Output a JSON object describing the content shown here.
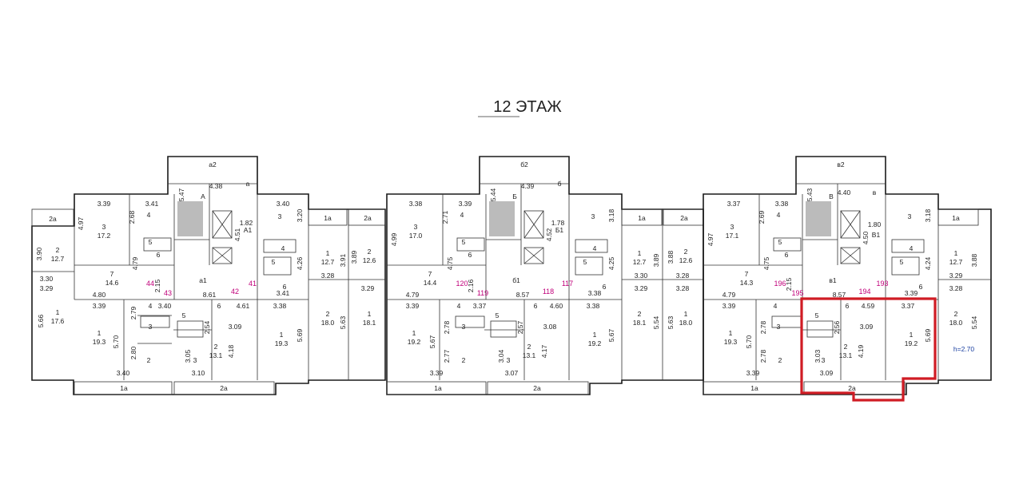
{
  "floor_title": "12 ЭТАЖ",
  "ceiling_height": "h=2.70",
  "highlight_color": "#d01c24",
  "apartment_number_color": "#c0007a",
  "sections": [
    {
      "stair": "а2",
      "lift_letter": "А",
      "lobby": "а1",
      "lobby_2": "А1",
      "apartments": [
        "44",
        "43",
        "42",
        "41"
      ],
      "dims": {
        "d1": "3.39",
        "d2": "3.41",
        "d3": "4.38",
        "d4": "3.40",
        "d5": "3.20",
        "d6": "4.97",
        "d7": "2.68",
        "d8": "5.47",
        "d9": "1.82",
        "d10": "4.51",
        "d11": "3.90",
        "d12": "3.30",
        "d13": "3.29",
        "d14": "4.80",
        "d15": "5.66",
        "d16": "8.61",
        "d17": "4.79",
        "d18": "4.26",
        "d19": "3.41",
        "d20": "3.39",
        "d21": "3.40",
        "d22": "2.79",
        "d23": "5.70",
        "d24": "2.80",
        "d25": "2.54",
        "d26": "3.09",
        "d27": "3.05",
        "d28": "4.18",
        "d29": "4.61",
        "d30": "3.38",
        "d31": "5.69",
        "d32": "3.40",
        "d33": "3.10",
        "d34": "2.15"
      },
      "rooms": {
        "r1": "3",
        "r1a": "17.2",
        "r2": "4",
        "r3": "3",
        "r4": "5",
        "r5": "6",
        "r6": "2",
        "r6a": "12.7",
        "r7": "7",
        "r7a": "14.6",
        "r8": "1",
        "r8a": "17.6",
        "r9": "1",
        "r9a": "19.3",
        "r10": "4",
        "r11": "5",
        "r12": "3",
        "r13": "2",
        "r14": "3",
        "r15": "6",
        "r16": "2",
        "r16a": "13.1",
        "r17": "1",
        "r17a": "19.3",
        "r18": "4",
        "r19": "5",
        "r20": "6",
        "r21": "а"
      },
      "balconies": [
        "2а",
        "1а",
        "2а"
      ]
    },
    {
      "stair": "б2",
      "lift_letter": "Б",
      "lobby": "б1",
      "lobby_2": "Б1",
      "apartments": [
        "120",
        "119",
        "118",
        "117"
      ],
      "dims": {
        "d1": "3.38",
        "d2": "3.39",
        "d3": "4.39",
        "d4": "3.18",
        "d5": "4.99",
        "d6": "2.71",
        "d7": "5.44",
        "d8": "1.78",
        "d9": "4.52",
        "d10": "4.79",
        "d11": "8.57",
        "d12": "4.75",
        "d13": "2.16",
        "d14": "4.25",
        "d15": "3.38",
        "d16": "3.39",
        "d17": "3.37",
        "d18": "2.78",
        "d19": "5.67",
        "d20": "2.77",
        "d21": "2.57",
        "d22": "3.08",
        "d23": "3.04",
        "d24": "4.17",
        "d25": "4.60",
        "d26": "3.38",
        "d27": "5.67",
        "d28": "3.39",
        "d29": "3.07"
      },
      "rooms": {
        "r1": "3",
        "r1a": "17.0",
        "r2": "4",
        "r3": "3",
        "r4": "5",
        "r5": "6",
        "r7": "7",
        "r7a": "14.4",
        "r9": "1",
        "r9a": "19.2",
        "r10": "4",
        "r11": "5",
        "r12": "3",
        "r13": "2",
        "r14": "3",
        "r15": "6",
        "r16": "2",
        "r16a": "13.1",
        "r17": "1",
        "r17a": "19.2",
        "r18": "4",
        "r19": "5",
        "r20": "6",
        "r21": "б"
      },
      "balconies": [
        "1а",
        "2а"
      ]
    },
    {
      "stair": "в2",
      "lift_letter": "В",
      "lobby": "в1",
      "lobby_2": "В1",
      "apartments": [
        "196",
        "195",
        "194",
        "193"
      ],
      "dims": {
        "d1": "3.37",
        "d2": "3.38",
        "d3": "4.40",
        "d4": "3.18",
        "d5": "4.97",
        "d6": "2.69",
        "d7": "5.43",
        "d8": "1.80",
        "d9": "4.50",
        "d10": "4.79",
        "d11": "8.57",
        "d12": "4.75",
        "d13": "2.15",
        "d14": "4.24",
        "d15": "3.39",
        "d16": "3.39",
        "d17": "4.59",
        "d18": "3.37",
        "d19": "2.78",
        "d20": "5.70",
        "d21": "2.78",
        "d22": "2.56",
        "d23": "3.09",
        "d24": "3.03",
        "d25": "4.19",
        "d26": "5.69",
        "d27": "3.39",
        "d28": "3.09"
      },
      "rooms": {
        "r1": "3",
        "r1a": "17.1",
        "r2": "4",
        "r3": "3",
        "r4": "5",
        "r5": "6",
        "r7": "7",
        "r7a": "14.3",
        "r9": "1",
        "r9a": "19.3",
        "r10": "4",
        "r11": "5",
        "r12": "3",
        "r13": "2",
        "r14": "3",
        "r15": "6",
        "r16": "2",
        "r16a": "13.1",
        "r17": "1",
        "r17a": "19.2",
        "r18": "4",
        "r19": "5",
        "r20": "6",
        "r21": "в"
      },
      "balconies": [
        "1а",
        "2а"
      ]
    }
  ],
  "right_blocks": [
    {
      "b1": "1а",
      "b2": "2а",
      "r1": "1",
      "r1a": "12.7",
      "d1": "3.91",
      "r2": "2",
      "r2a": "12.6",
      "d2": "3.89",
      "d3": "3.28",
      "d4": "3.29",
      "r3": "2",
      "r3a": "18.0",
      "d5": "5.63",
      "r4": "1",
      "r4a": "18.1"
    },
    {
      "b1": "1а",
      "b2": "2а",
      "r1": "1",
      "r1a": "12.7",
      "d1": "3.89",
      "r2": "2",
      "r2a": "12.6",
      "d2": "3.88",
      "d3": "3.30",
      "d4": "3.28",
      "d5": "3.29",
      "d6": "3.28",
      "r3": "2",
      "r3a": "18.1",
      "d7": "5.54",
      "d8": "5.63",
      "r4": "1",
      "r4a": "18.0"
    },
    {
      "b1": "1а",
      "r1": "1",
      "r1a": "12.7",
      "d1": "3.88",
      "d2": "3.29",
      "d3": "3.28",
      "r3": "2",
      "r3a": "18.0",
      "d4": "5.54"
    }
  ]
}
